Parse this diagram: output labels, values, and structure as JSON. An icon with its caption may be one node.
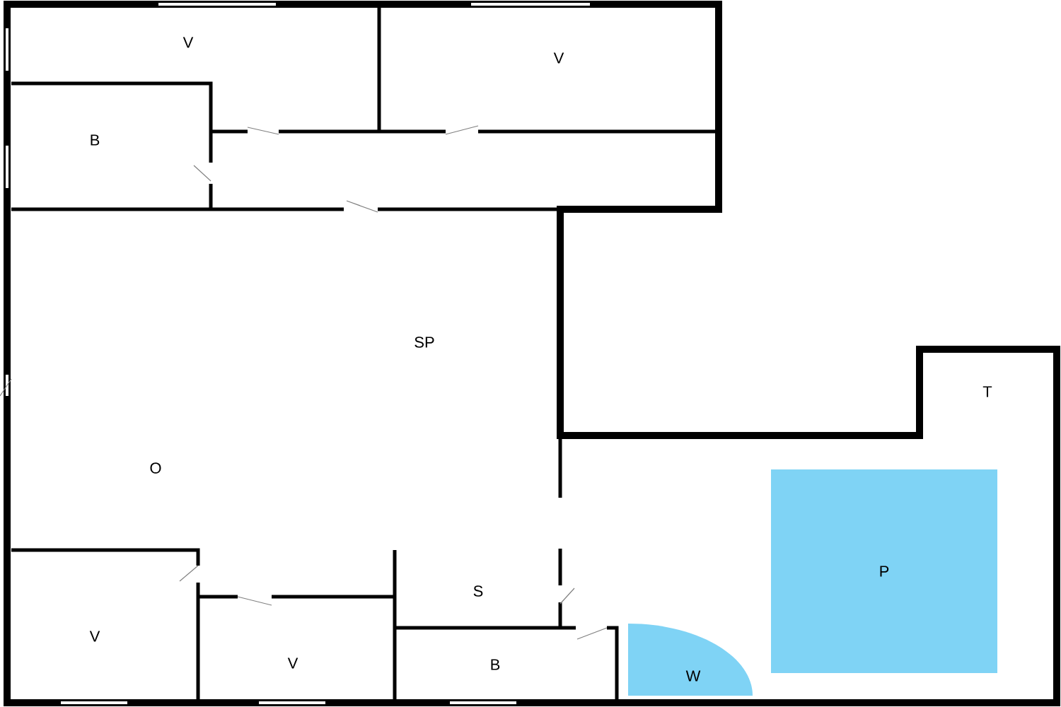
{
  "diagram": {
    "nodes": [
      {
        "text": [
          "P"
        ]
      },
      {
        "text": [
          "W"
        ]
      }
    ],
    "labels": [
      "V",
      "V",
      "B",
      "SP",
      "T",
      "O",
      "S",
      "V",
      "V",
      "B"
    ]
  }
}
